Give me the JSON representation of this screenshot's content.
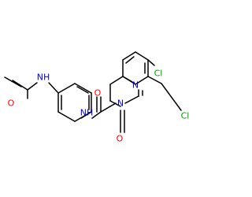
{
  "molecule": {
    "atom_labels": {
      "acetyl_oxygen": "O",
      "acetamide_nh": "NH",
      "amide_nh": "NH",
      "amide_oxygen": "O",
      "ring_n1": "N",
      "ring_n3": "N",
      "ring_oxygen": "O",
      "chlorine_8": "Cl",
      "chlorine_6": "Cl"
    },
    "colors": {
      "bond": "#000000",
      "oxygen": "#ff0000",
      "nitrogen": "#0000ff",
      "chlorine": "#00a000"
    }
  }
}
